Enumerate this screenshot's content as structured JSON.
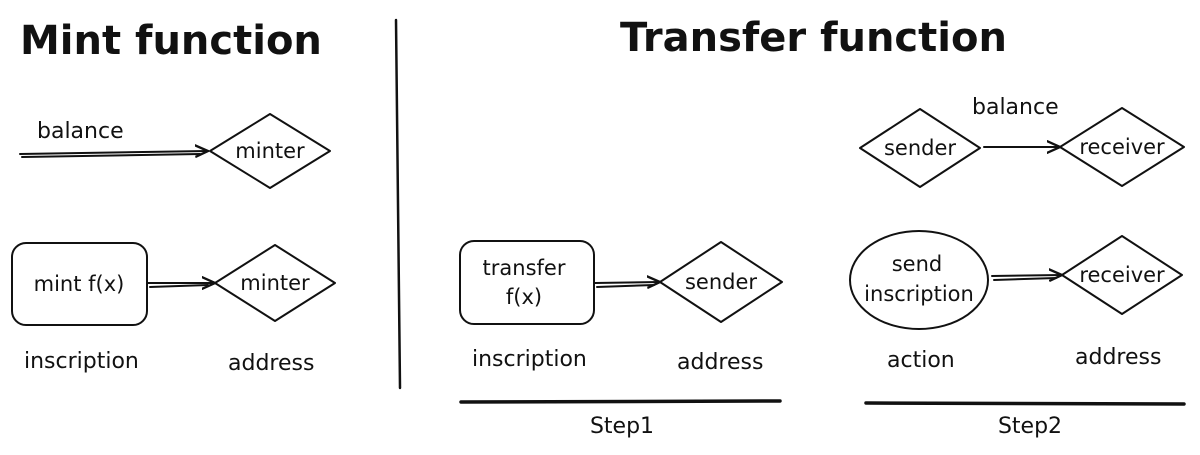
{
  "mint": {
    "title": "Mint function",
    "balance_label": "balance",
    "minter_top": "minter",
    "mint_fx": "mint f(x)",
    "minter_bottom": "minter",
    "inscription_label": "inscription",
    "address_label": "address"
  },
  "transfer": {
    "title": "Transfer function",
    "step1": {
      "transfer_line1": "transfer",
      "transfer_line2": "f(x)",
      "sender": "sender",
      "inscription_label": "inscription",
      "address_label": "address",
      "step_label": "Step1"
    },
    "step2": {
      "balance_label": "balance",
      "sender": "sender",
      "receiver_top": "receiver",
      "send_line1": "send",
      "send_line2": "inscription",
      "receiver_bottom": "receiver",
      "action_label": "action",
      "address_label": "address",
      "step_label": "Step2"
    }
  }
}
